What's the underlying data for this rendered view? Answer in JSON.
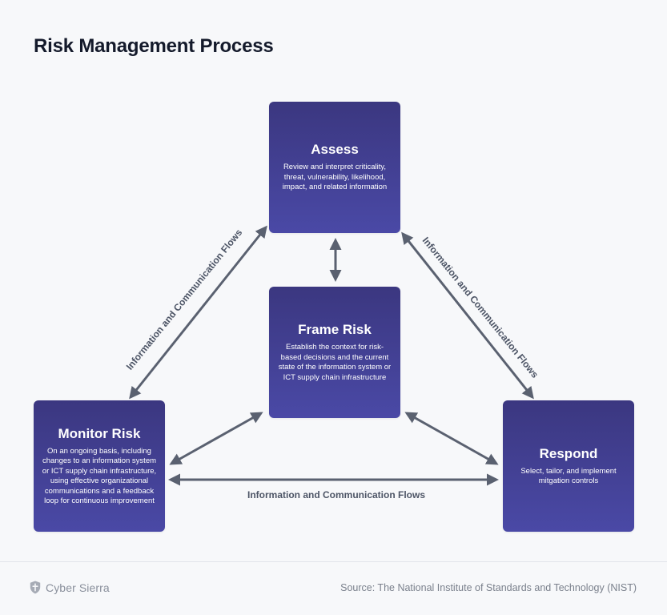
{
  "title": "Risk Management Process",
  "boxes": {
    "assess": {
      "title": "Assess",
      "description": "Review and interpret criticality, threat, vulnerability, likelihood, impact, and related information"
    },
    "frame": {
      "title": "Frame Risk",
      "description": "Establish the context for risk-based decisions and the current state of the information system or ICT supply chain infrastructure"
    },
    "monitor": {
      "title": "Monitor Risk",
      "description": "On an ongoing basis, including changes to an information system or ICT supply chain infrastructure, using effective organizational communications and a feedback loop for continuous improvement"
    },
    "respond": {
      "title": "Respond",
      "description": "Select, tailor, and implement mitgation controls"
    }
  },
  "flows": {
    "left": "Information and Communication Flows",
    "right": "Information and Communication Flows",
    "bottom": "Information and Communication Flows"
  },
  "footer": {
    "brand": "Cyber Sierra",
    "source": "Source: The National Institute of Standards and Technology (NIST)"
  },
  "colors": {
    "box_top": "#3b3780",
    "box_bottom": "#4a49a6",
    "arrow": "#5a6170",
    "title": "#141a2b"
  }
}
